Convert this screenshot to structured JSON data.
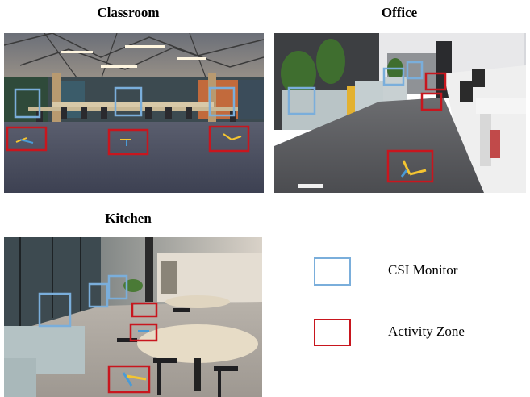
{
  "panels": {
    "classroom": {
      "title": "Classroom"
    },
    "office": {
      "title": "Office"
    },
    "kitchen": {
      "title": "Kitchen"
    }
  },
  "legend": {
    "csi_monitor": {
      "label": "CSI Monitor",
      "color": "#7aaedb"
    },
    "activity_zone": {
      "label": "Activity Zone",
      "color": "#c8161e"
    }
  },
  "floor_marker_colors": {
    "yellow": "#f4c531",
    "blue": "#4a9bd6"
  }
}
